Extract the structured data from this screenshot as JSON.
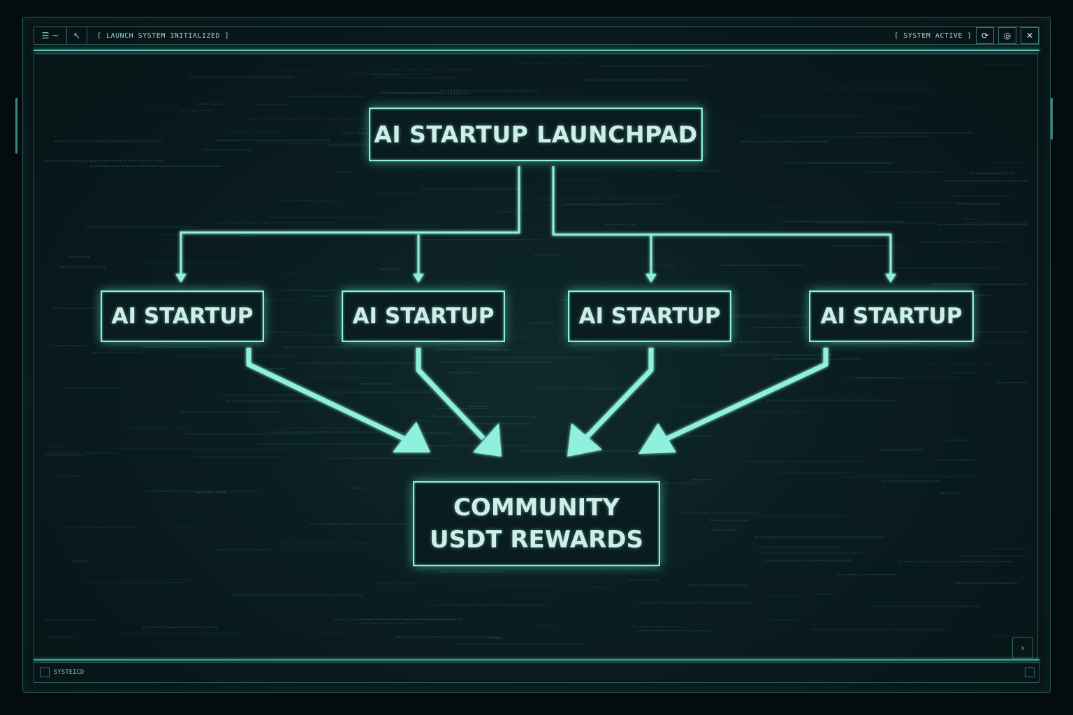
{
  "topbar": {
    "status_left": "[   LAUNCH SYSTEM INITIALIZED   ]",
    "status_right": "[   SYSTEM ACTIVE   ]"
  },
  "bottombar": {
    "label": "SYSTEICD"
  },
  "diagram": {
    "root": "AI STARTUP LAUNCHPAD",
    "startups": [
      "AI STARTUP",
      "AI STARTUP",
      "AI STARTUP",
      "AI STARTUP"
    ],
    "rewards_line1": "COMMUNITY",
    "rewards_line2": "USDT REWARDS"
  },
  "colors": {
    "accent": "#8ff0dd",
    "background": "#0a1d20"
  }
}
